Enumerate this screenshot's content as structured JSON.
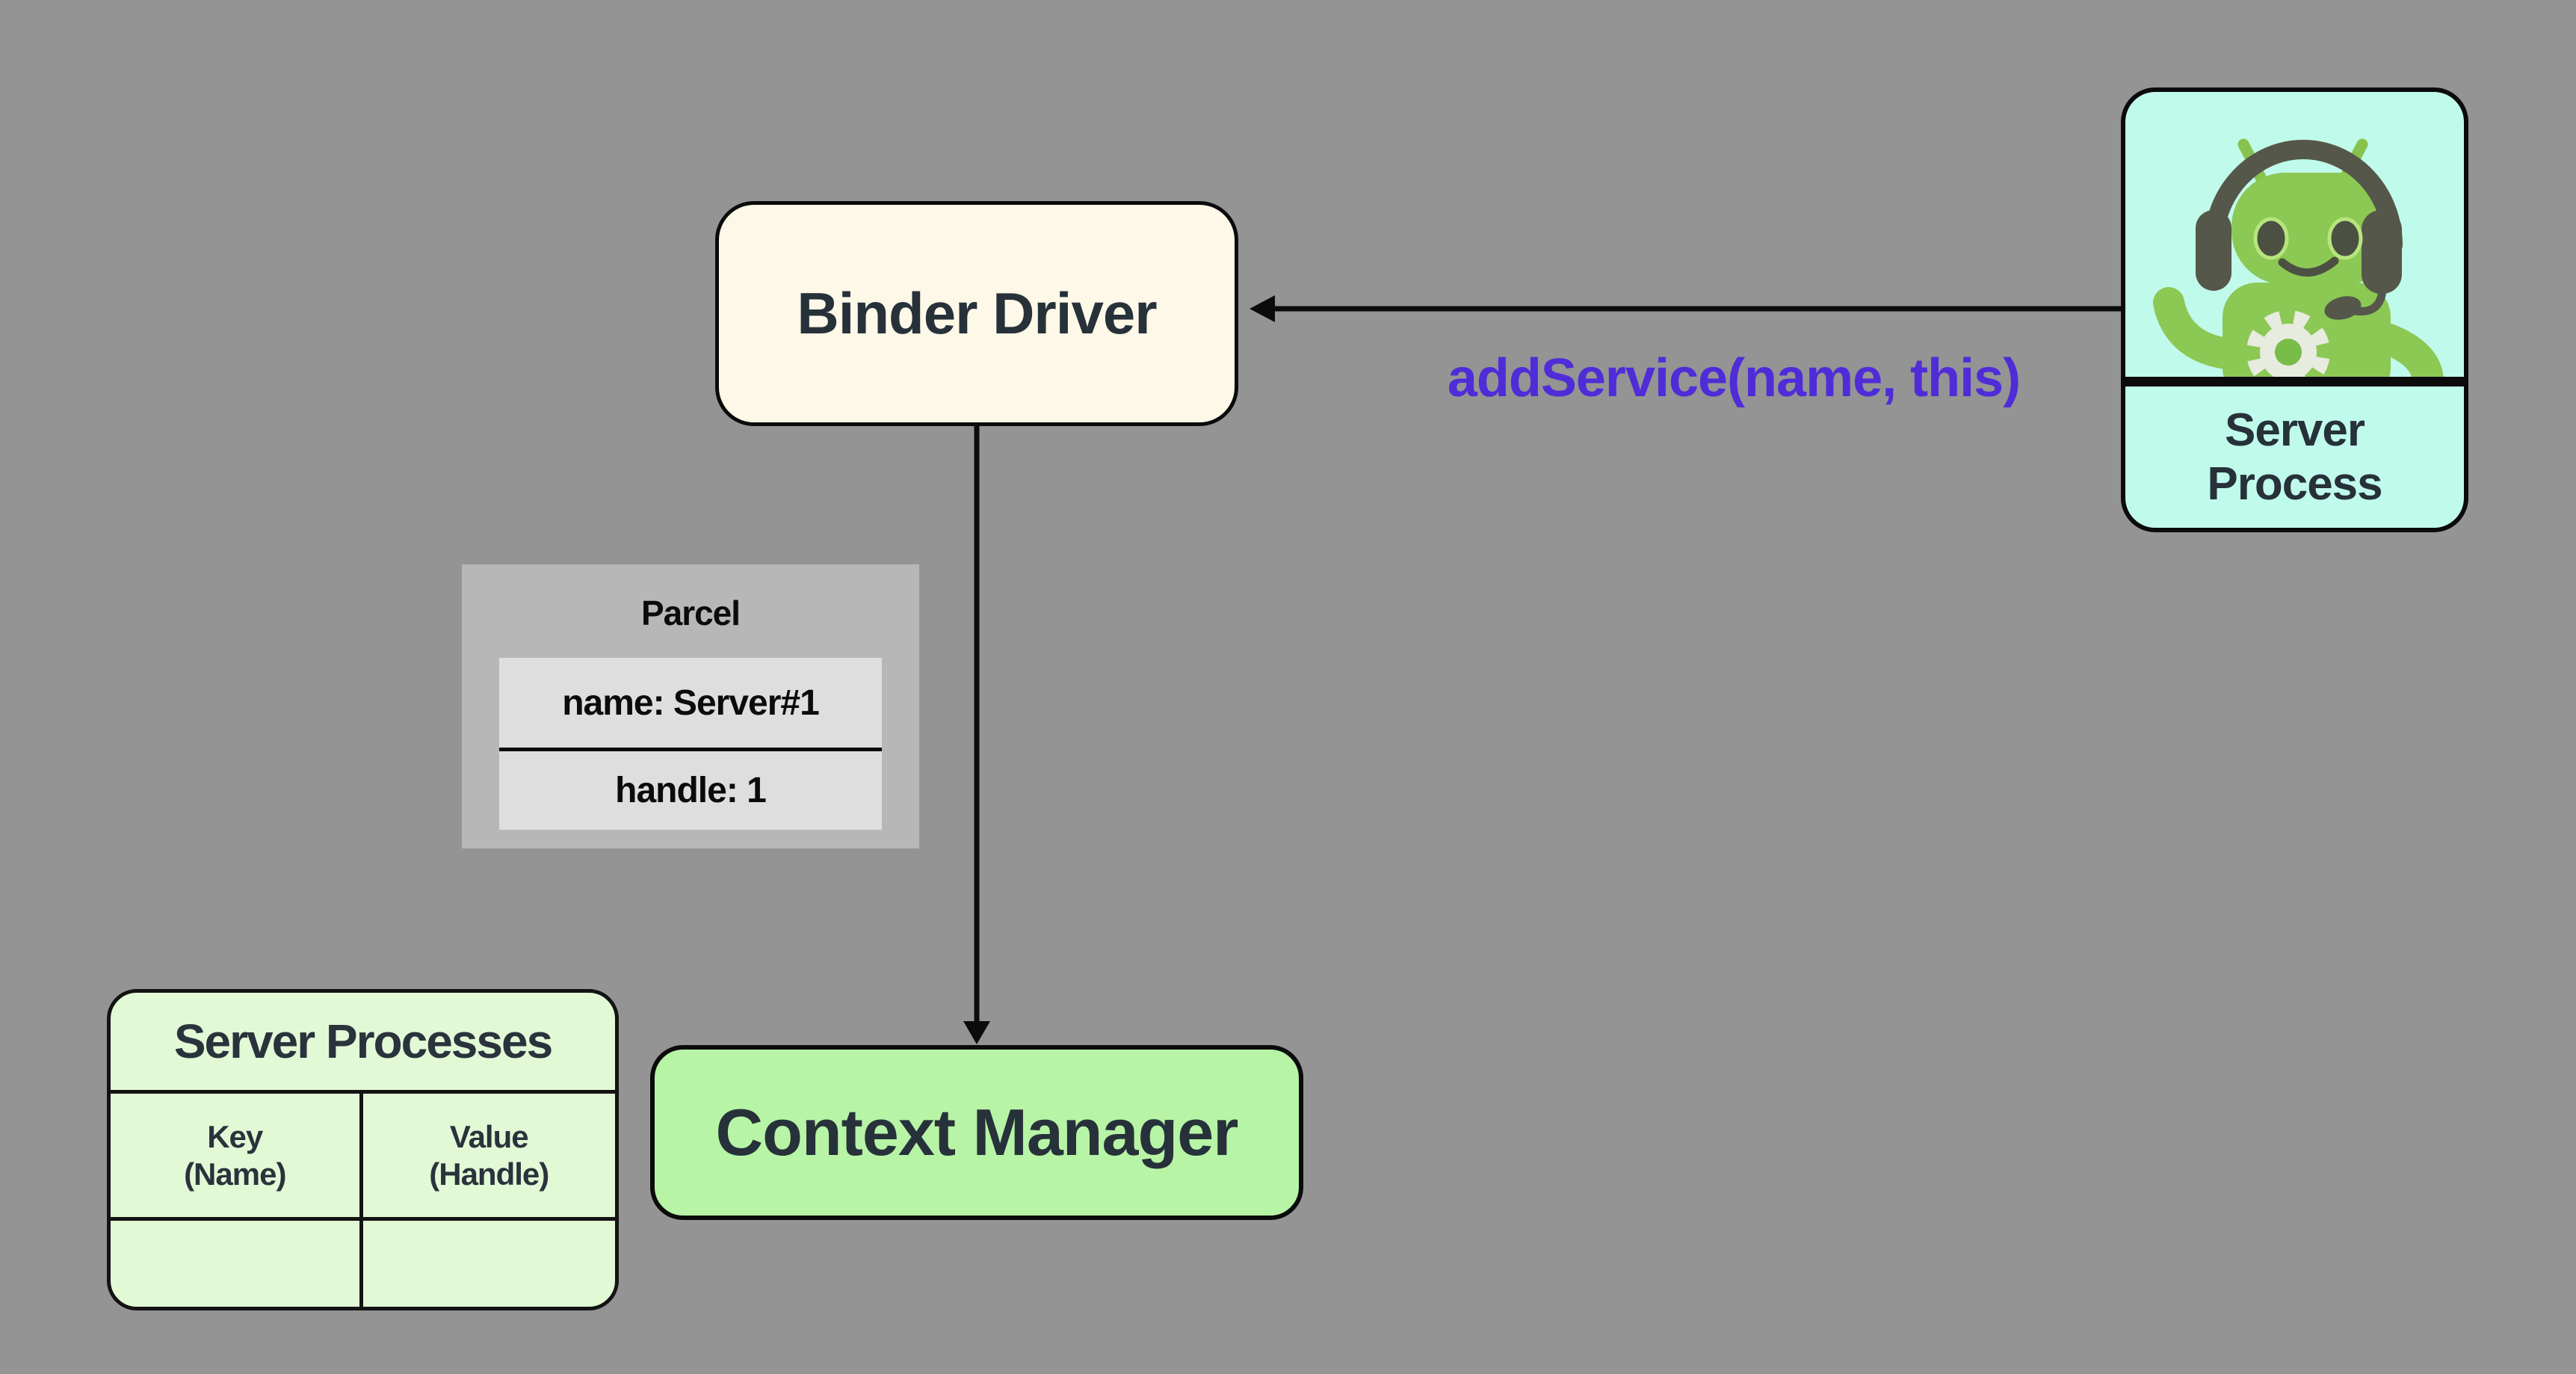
{
  "diagram": {
    "background_color": "#949494",
    "line_color": "#0b0b0b",
    "text_color": "#27313a"
  },
  "nodes": {
    "binder_driver": {
      "label": "Binder Driver",
      "fill": "#fdf8e7"
    },
    "context_manager": {
      "label": "Context Manager",
      "fill": "#b7f4a6"
    },
    "server_process_card": {
      "label_line1": "Server",
      "label_line2": "Process",
      "fill": "#c0faeb",
      "icon": "android-robot-headset-icon"
    },
    "parcel": {
      "title": "Parcel",
      "outer_fill": "#b7b7b7",
      "inner_fill": "#dedede",
      "rows": [
        "name: Server#1",
        "handle: 1"
      ]
    },
    "server_processes_table": {
      "title": "Server Processes",
      "fill": "#e2f9d6",
      "columns": [
        {
          "label": "Key",
          "sub": "(Name)"
        },
        {
          "label": "Value",
          "sub": "(Handle)"
        }
      ],
      "rows": [
        [
          "",
          ""
        ]
      ]
    }
  },
  "edges": {
    "add_service": {
      "label": "addService(name, this)",
      "label_color": "#4f2cd8",
      "from": "server-process",
      "to": "binder-driver"
    },
    "driver_to_context_manager": {
      "from": "binder-driver",
      "to": "context-manager"
    }
  }
}
